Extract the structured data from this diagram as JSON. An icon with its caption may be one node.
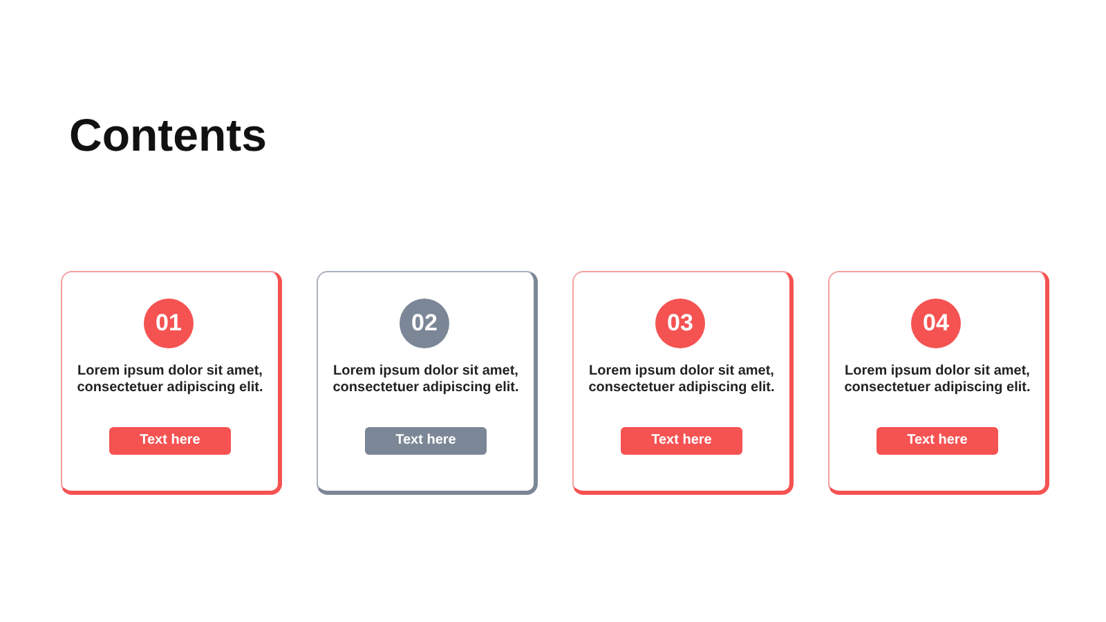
{
  "diagram": {
    "title": "Contents",
    "nodes": [
      {
        "text": [
          "Lorem ipsum dolor sit amet, consectetuer adipiscing elit."
        ]
      },
      {
        "text": [
          "01"
        ],
        "in": 0
      },
      {
        "text": [
          "Text here"
        ],
        "in": 0
      },
      {
        "text": [
          "Lorem ipsum dolor sit amet, consectetuer adipiscing elit."
        ]
      },
      {
        "text": [
          "02"
        ],
        "in": 3
      },
      {
        "text": [
          "Text here"
        ],
        "in": 3
      },
      {
        "text": [
          "Lorem ipsum dolor sit amet, consectetuer adipiscing elit."
        ]
      },
      {
        "text": [
          "03"
        ],
        "in": 6
      },
      {
        "text": [
          "Text here"
        ],
        "in": 6
      },
      {
        "text": [
          "Lorem ipsum dolor sit amet, consectetuer adipiscing elit."
        ]
      },
      {
        "text": [
          "04"
        ],
        "in": 9
      },
      {
        "text": [
          "Text here"
        ],
        "in": 9
      }
    ]
  }
}
